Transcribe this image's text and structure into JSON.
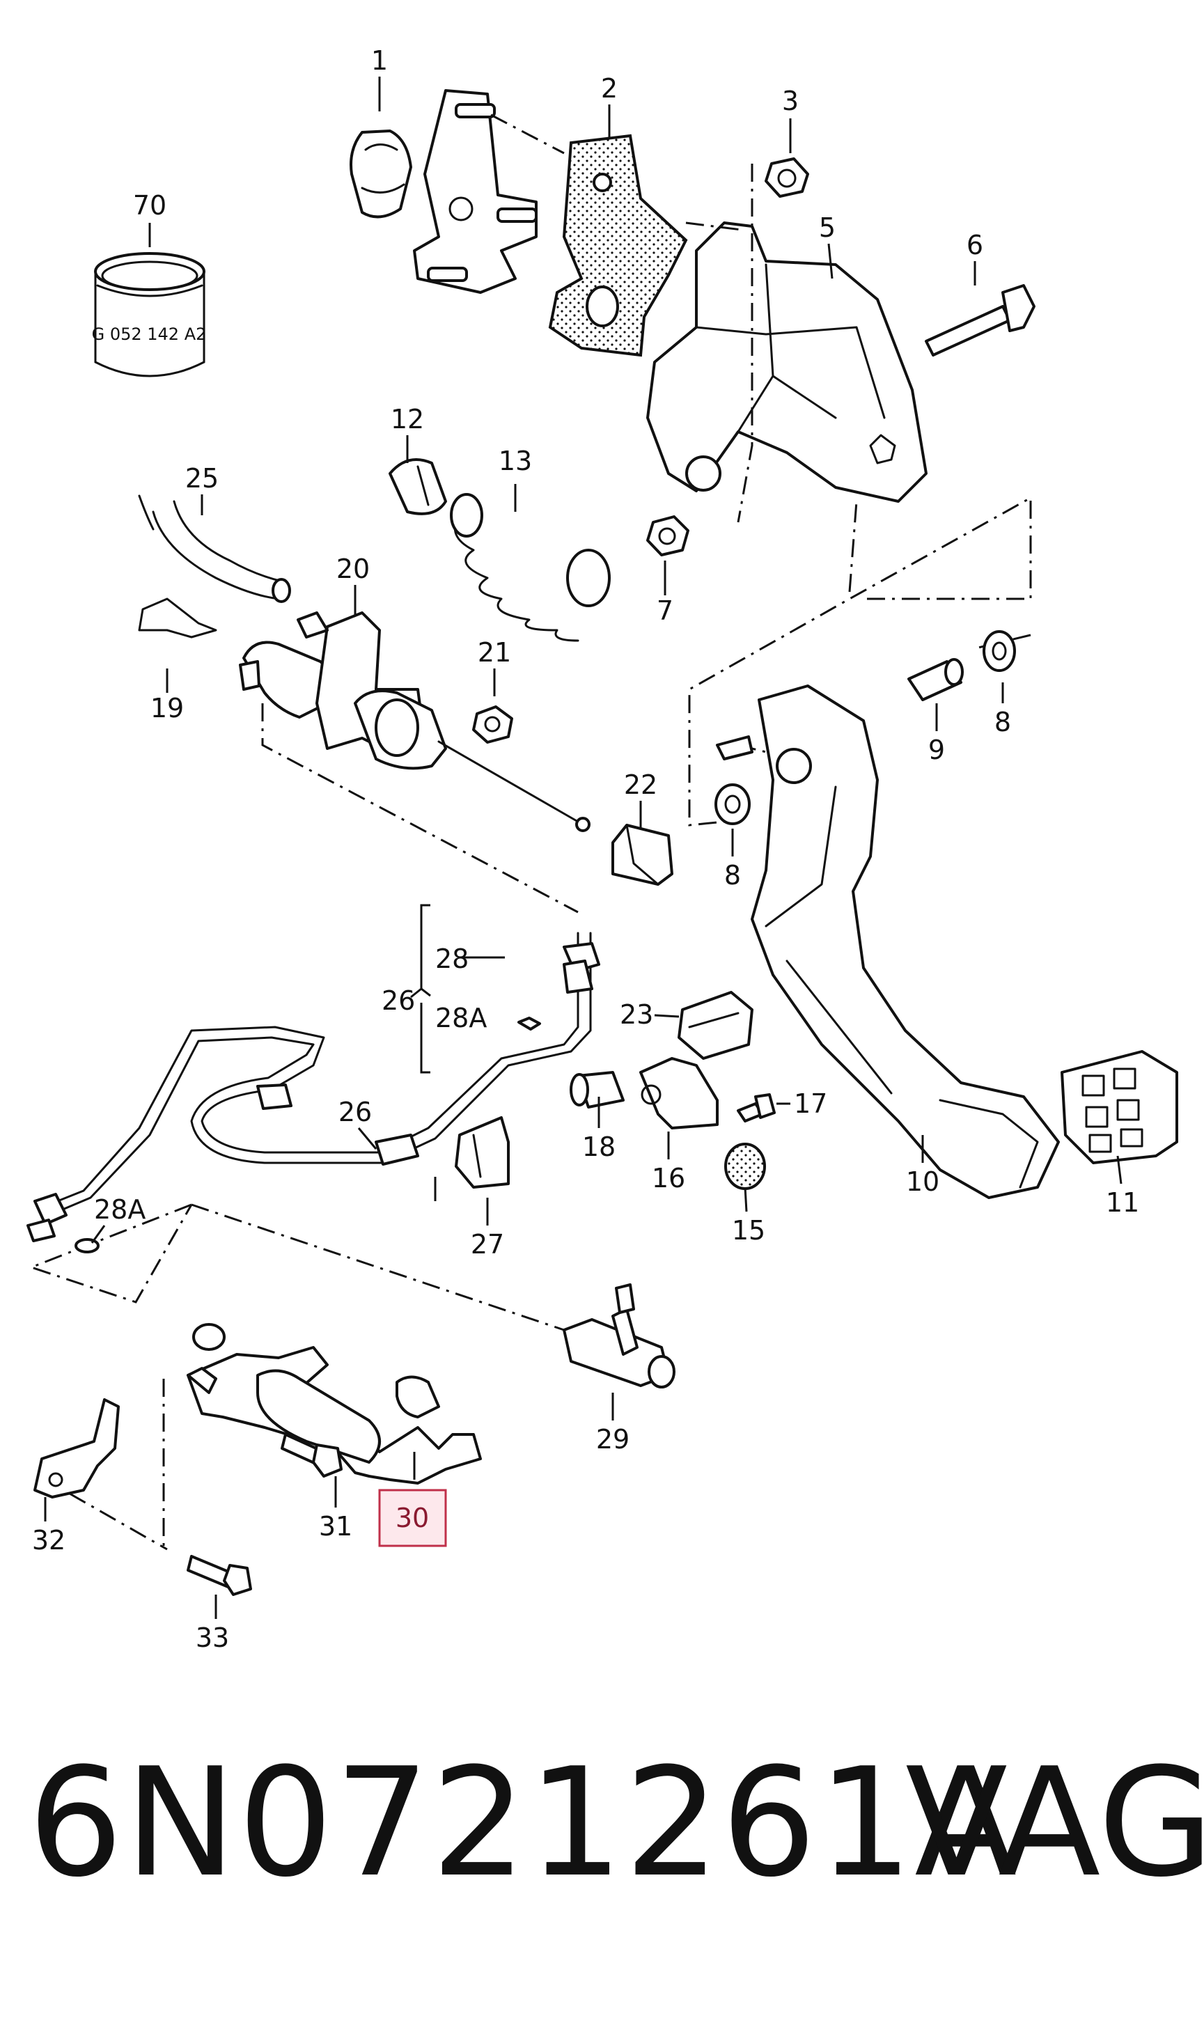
{
  "diagram": {
    "callouts": {
      "c1": "1",
      "c2": "2",
      "c3": "3",
      "c5": "5",
      "c6": "6",
      "c7": "7",
      "c8a": "8",
      "c8b": "8",
      "c9": "9",
      "c10": "10",
      "c11": "11",
      "c12": "12",
      "c13": "13",
      "c15": "15",
      "c16": "16",
      "c17": "17",
      "c18": "18",
      "c19": "19",
      "c20": "20",
      "c21": "21",
      "c22": "22",
      "c23": "23",
      "c25": "25",
      "c26a": "26",
      "c26b": "26",
      "c27": "27",
      "c28": "28",
      "c28Aa": "28A",
      "c28Ab": "28A",
      "c29": "29",
      "c30": "30",
      "c31": "31",
      "c32": "32",
      "c33": "33",
      "c70": "70"
    },
    "ring_marking": "G 052 142 A2",
    "highlighted_part": "30",
    "highlight_color": "#c0304a"
  },
  "footer": {
    "part_number": "6N0721261A",
    "brand": "VAG"
  }
}
